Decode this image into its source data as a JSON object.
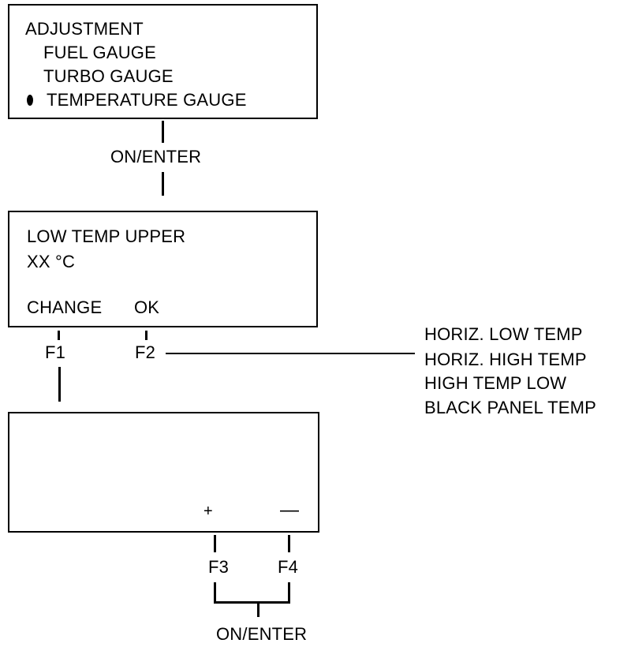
{
  "adjustment_screen": {
    "title": "ADJUSTMENT",
    "items": [
      "FUEL GAUGE",
      "TURBO GAUGE",
      "TEMPERATURE GAUGE"
    ],
    "selected_index": 2
  },
  "connector_1_label": "ON/ENTER",
  "setting_screen": {
    "title": "LOW TEMP UPPER",
    "value": "XX °C",
    "softkeys": [
      "CHANGE",
      "OK"
    ]
  },
  "key_labels": {
    "f1": "F1",
    "f2": "F2",
    "f3": "F3",
    "f4": "F4"
  },
  "next_settings": [
    "HORIZ. LOW TEMP",
    "HORIZ. HIGH TEMP",
    "HIGH TEMP LOW",
    "BLACK PANEL TEMP"
  ],
  "change_screen": {
    "plus": "+",
    "minus": "—"
  },
  "connector_2_label": "ON/ENTER"
}
